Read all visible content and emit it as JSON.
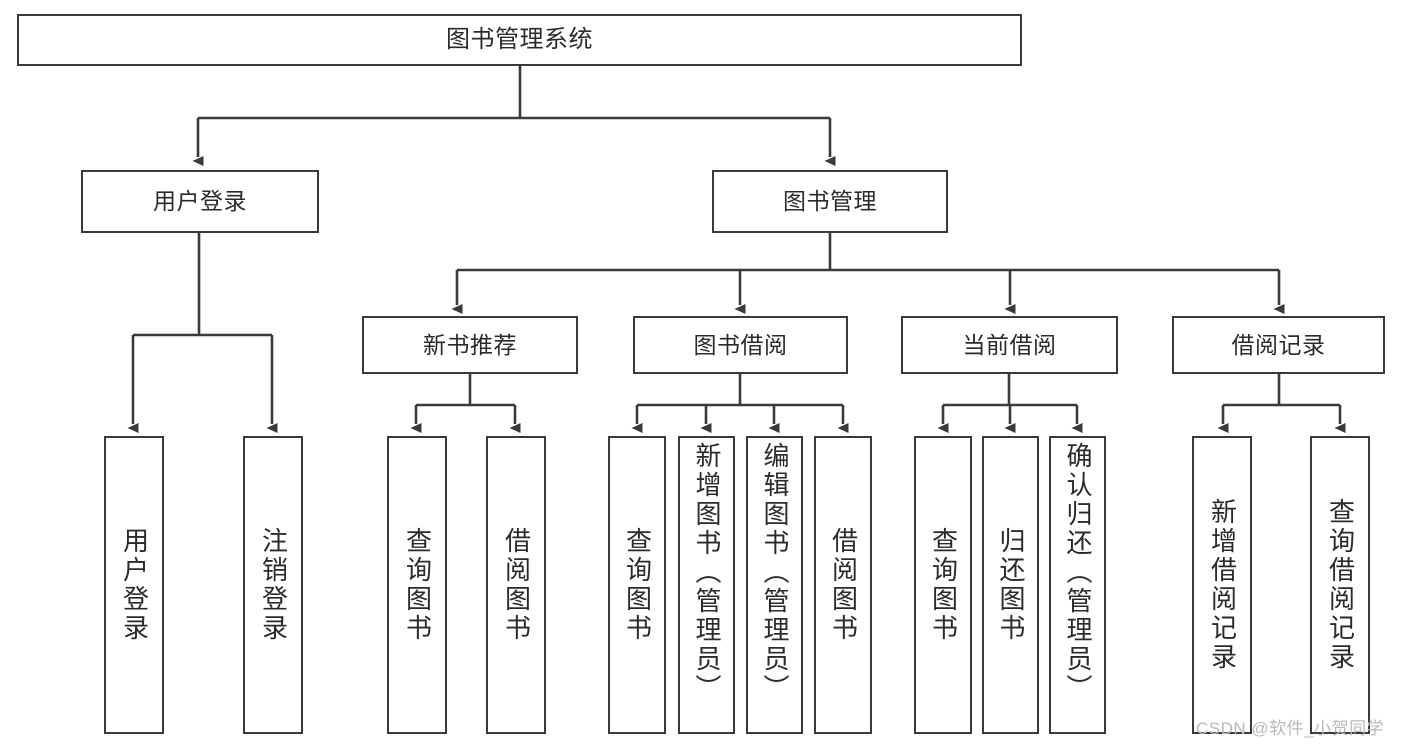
{
  "diagram": {
    "title": "图书管理系统",
    "type": "tree-hierarchy-flowchart",
    "colors": {
      "box_border": "#3a3a3a",
      "box_fill": "#ffffff",
      "edge": "#3a3a3a",
      "text": "#2b2b2b",
      "watermark": "#b9b9b9",
      "background": "#ffffff"
    },
    "nodes": {
      "root": {
        "label": "图书管理系统"
      },
      "level2": [
        {
          "id": "user-login",
          "label": "用户登录"
        },
        {
          "id": "book-management",
          "label": "图书管理"
        }
      ],
      "level3": [
        {
          "id": "new-book-recommend",
          "label": "新书推荐"
        },
        {
          "id": "book-borrow",
          "label": "图书借阅"
        },
        {
          "id": "current-borrow",
          "label": "当前借阅"
        },
        {
          "id": "borrow-record",
          "label": "借阅记录"
        }
      ],
      "leaves": {
        "user-login": [
          {
            "id": "leaf-user-login",
            "label": "用户登录"
          },
          {
            "id": "leaf-logout-login",
            "label": "注销登录"
          }
        ],
        "new-book-recommend": [
          {
            "id": "leaf-query-book-1",
            "label": "查询图书"
          },
          {
            "id": "leaf-borrow-book-1",
            "label": "借阅图书"
          }
        ],
        "book-borrow": [
          {
            "id": "leaf-query-book-2",
            "label": "查询图书"
          },
          {
            "id": "leaf-add-book-admin",
            "label": "新增图书（管理员）"
          },
          {
            "id": "leaf-edit-book-admin",
            "label": "编辑图书（管理员）"
          },
          {
            "id": "leaf-borrow-book-2",
            "label": "借阅图书"
          }
        ],
        "current-borrow": [
          {
            "id": "leaf-query-book-3",
            "label": "查询图书"
          },
          {
            "id": "leaf-return-book",
            "label": "归还图书"
          },
          {
            "id": "leaf-confirm-return-admin",
            "label": "确认归还（管理员）"
          }
        ],
        "borrow-record": [
          {
            "id": "leaf-add-borrow-record",
            "label": "新增借阅记录"
          },
          {
            "id": "leaf-query-borrow-record",
            "label": "查询借阅记录"
          }
        ]
      }
    },
    "watermark": "CSDN @软件_小贺同学"
  }
}
